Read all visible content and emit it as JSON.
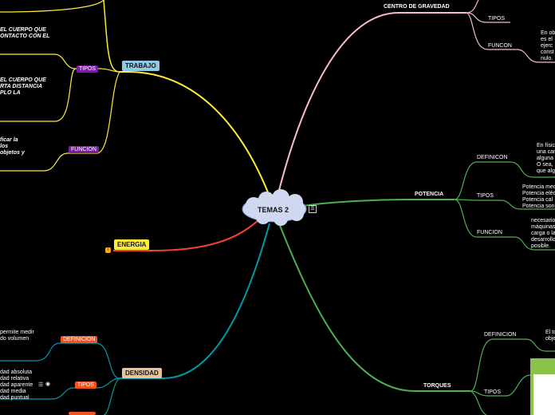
{
  "center": {
    "title": "TEMAS 2"
  },
  "trabajo": {
    "title": "TRABAJO",
    "tipos_label": "TIPOS",
    "funcion_label": "FUNCION",
    "notes": {
      "contacto_1": "EL CUERPO QUE",
      "contacto_2": "ONTACTO CON EL",
      "distancia_1": "EL CUERPO QUE",
      "distancia_2": "RTA DISTANCIA",
      "distancia_3": "PLO LA",
      "funcion_1": "ficar la",
      "funcion_2": "los",
      "funcion_3": "objetos y"
    }
  },
  "energia": {
    "title": "ENERGIA"
  },
  "densidad": {
    "title": "DENSIDAD",
    "definicion_label": "DEFINICION",
    "tipos_label": "TIPOS",
    "definicion_text_1": "permite medir",
    "definicion_text_2": "do volumen",
    "tipos_list": [
      "dad absoluta",
      "dad relativa",
      "dad aparente",
      "dad media",
      "dad puntual"
    ]
  },
  "centro_gravedad": {
    "title": "CENTRO DE GRAVEDAD",
    "tipos_label": "TIPOS",
    "funcion_label": "FUNCON",
    "text": [
      "En ob",
      "es el",
      "ejerc",
      "const",
      "nulo."
    ]
  },
  "potencia": {
    "title": "POTENCIA",
    "definicion_label": "DEFINICON",
    "tipos_label": "TIPOS",
    "funcion_label": "FUNCION",
    "definicion_text": [
      "En físic",
      "una can",
      "alguna",
      "O sea,",
      "que alg"
    ],
    "tipos_text": [
      "Potencia mec",
      "Potencia eléc",
      "Potencia cal",
      "Potencia son"
    ],
    "funcion_text": [
      "necesario",
      "máquinas",
      "carga o la",
      "desarrollo",
      "posible."
    ]
  },
  "torques": {
    "title": "TORQUES",
    "definicion_label": "DEFINICION",
    "tipos_label": "TIPOS",
    "definicion_text": [
      "El to",
      "obje"
    ]
  },
  "icons": {
    "menu": "menu-icon",
    "globe": "globe-icon",
    "list": "list-icon",
    "badge": "info-badge-icon"
  },
  "colors": {
    "trabajo": "#ffeb3b",
    "energia": "#f44336",
    "densidad": "#009aa5",
    "centro_gravedad": "#f8bbd0",
    "potencia": "#4caf50",
    "torques": "#4caf50",
    "tag_purple": "#7b1fa2",
    "tag_orange": "#f4511e"
  }
}
